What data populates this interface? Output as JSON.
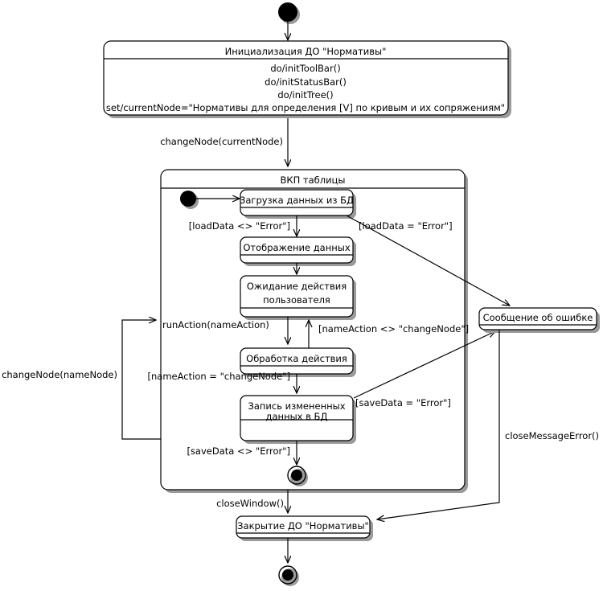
{
  "diagram": {
    "type": "uml-state-machine",
    "title": "",
    "colors": {
      "stroke": "#000000",
      "fill": "#ffffff",
      "shadow": "#9a9a9a",
      "background": "#ffffff"
    }
  },
  "nodes": {
    "start": {
      "kind": "initial-state",
      "label": ""
    },
    "init_state": {
      "kind": "state",
      "name": "Инициализация ДО \"Нормативы\"",
      "activities": [
        "do/initToolBar()",
        "do/initStatusBar()",
        "do/initTree()",
        "set/currentNode=\"Нормативы для определения [V] по кривым и их сопряжениям\""
      ]
    },
    "composite": {
      "kind": "composite-state",
      "name": "ВКП таблицы"
    },
    "inner_start": {
      "kind": "initial-state",
      "label": ""
    },
    "load_data": {
      "kind": "state",
      "name": "Загрузка данных из БД"
    },
    "show_data": {
      "kind": "state",
      "name": "Отображение данных"
    },
    "wait_user": {
      "kind": "state",
      "name": "Ожидание действия пользователя",
      "line1": "Ожидание действия",
      "line2": "пользователя"
    },
    "process_action": {
      "kind": "state",
      "name": "Обработка действия"
    },
    "save_data": {
      "kind": "state",
      "name": "Запись измененных данных в БД",
      "line1": "Запись измененных",
      "line2": "данных в БД"
    },
    "inner_final": {
      "kind": "final-state",
      "label": ""
    },
    "error_message": {
      "kind": "state",
      "name": "Сообщение об ошибке"
    },
    "close_state": {
      "kind": "state",
      "name": "Закрытие ДО \"Нормативы\""
    },
    "final": {
      "kind": "final-state",
      "label": ""
    }
  },
  "transitions": [
    {
      "id": "t_start_init",
      "from": "start",
      "to": "init_state",
      "label": ""
    },
    {
      "id": "t_init_composite",
      "from": "init_state",
      "to": "composite",
      "label": "changeNode(currentNode)"
    },
    {
      "id": "t_innerstart_load",
      "from": "inner_start",
      "to": "load_data",
      "label": ""
    },
    {
      "id": "t_load_show",
      "from": "load_data",
      "to": "show_data",
      "label": "[loadData <> \"Error\"]"
    },
    {
      "id": "t_load_error",
      "from": "load_data",
      "to": "error_message",
      "label": "[loadData = \"Error\"]"
    },
    {
      "id": "t_show_wait",
      "from": "show_data",
      "to": "wait_user",
      "label": ""
    },
    {
      "id": "t_wait_process",
      "from": "wait_user",
      "to": "process_action",
      "label": ""
    },
    {
      "id": "t_process_wait",
      "from": "process_action",
      "to": "wait_user",
      "label": "[nameAction <> \"changeNode\"]"
    },
    {
      "id": "t_process_save",
      "from": "process_action",
      "to": "save_data",
      "label": "[nameAction = \"changeNode\"]"
    },
    {
      "id": "t_save_error",
      "from": "save_data",
      "to": "error_message",
      "label": "[saveData = \"Error\"]"
    },
    {
      "id": "t_save_final",
      "from": "save_data",
      "to": "inner_final",
      "label": "[saveData <> \"Error\"]"
    },
    {
      "id": "t_loop_changenode",
      "from": "composite",
      "to": "composite",
      "label": "changeNode(nameNode)"
    },
    {
      "id": "t_runaction",
      "from": "external",
      "to": "wait_user",
      "label": "runAction(nameAction)"
    },
    {
      "id": "t_composite_close",
      "from": "composite",
      "to": "close_state",
      "label": "closeWindow()"
    },
    {
      "id": "t_error_close",
      "from": "error_message",
      "to": "close_state",
      "label": "closeMessageError()"
    },
    {
      "id": "t_close_final",
      "from": "close_state",
      "to": "final",
      "label": ""
    }
  ]
}
